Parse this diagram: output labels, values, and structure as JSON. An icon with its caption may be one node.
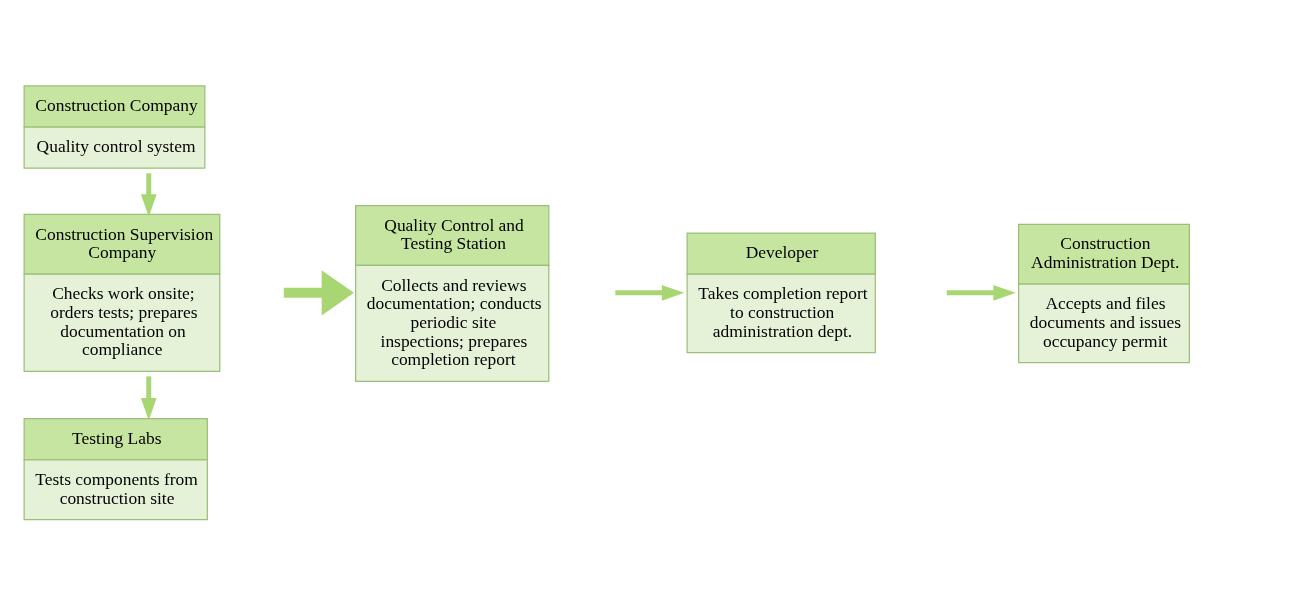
{
  "diagram": {
    "nodes": [
      {
        "text": [
          "Construction Company",
          "Quality control system"
        ]
      },
      {
        "text": [
          "Construction Supervision Company",
          "Checks work onsite; orders tests; prepares documentation on compliance"
        ]
      },
      {
        "text": [
          "Testing Labs",
          "Tests components from construction site"
        ]
      },
      {
        "text": [
          "Quality Control and Testing Station",
          "Collects and reviews documentation; conducts periodic site inspections; prepares completion report"
        ]
      },
      {
        "text": [
          "Developer",
          "Takes completion report to construction administration dept."
        ]
      },
      {
        "text": [
          "Construction Administration Dept.",
          "Accepts and files documents and issues occupancy permit"
        ]
      }
    ],
    "edges": [
      {
        "from": 0,
        "to": 1,
        "arrow": "to"
      },
      {
        "from": 1,
        "to": 2,
        "arrow": "to"
      },
      {
        "from": 1,
        "to": 3,
        "arrow": "to",
        "style": "thick"
      },
      {
        "from": 3,
        "to": 4,
        "arrow": "to"
      },
      {
        "from": 4,
        "to": 5,
        "arrow": "to"
      }
    ]
  }
}
